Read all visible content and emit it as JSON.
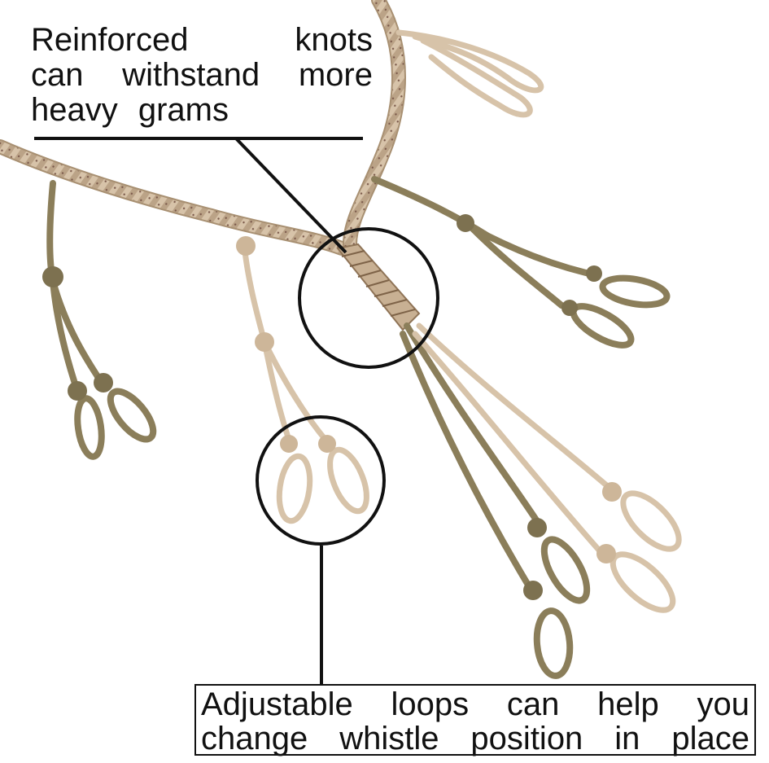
{
  "captions": {
    "knots": {
      "lines": [
        "Reinforced knots",
        "can withstand more",
        "heavy grams"
      ]
    },
    "loops": {
      "lines": [
        "Adjustable loops can help you",
        "change whistle position in place"
      ]
    }
  },
  "colors": {
    "paracord_light": "#d9c4ab",
    "paracord_dark": "#7b5a4b",
    "cord_olive": "#8b7e5a",
    "callout": "#111111",
    "background": "#ffffff"
  }
}
